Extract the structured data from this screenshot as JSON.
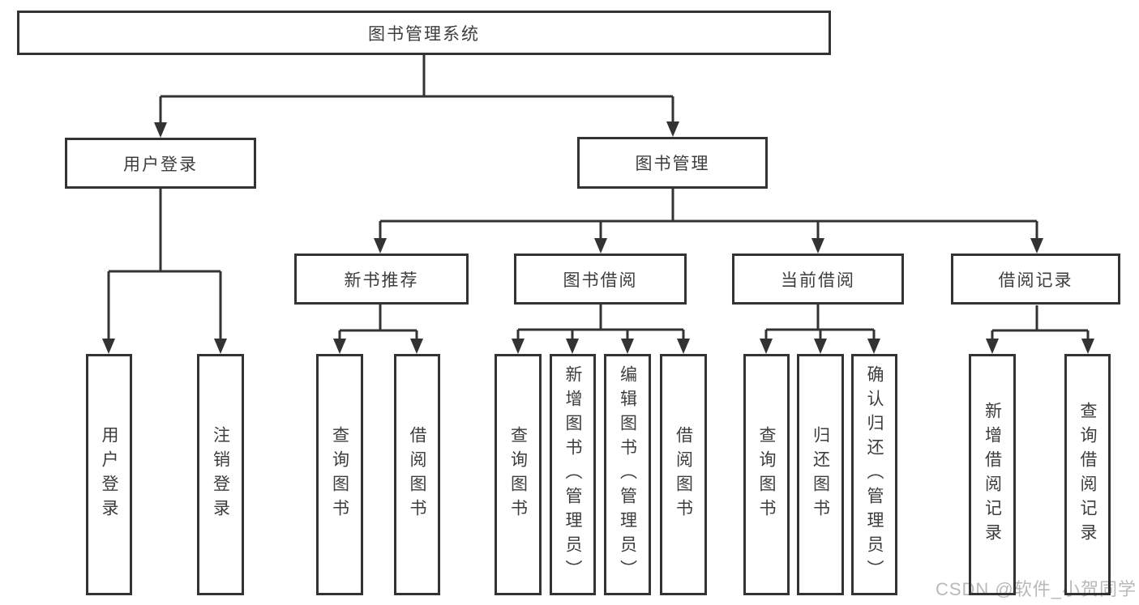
{
  "diagram": {
    "type": "tree",
    "root": {
      "label": "图书管理系统"
    },
    "branches": {
      "user_login": {
        "label": "用户登录",
        "children": {
          "login": {
            "label": "用户登录"
          },
          "logout": {
            "label": "注销登录"
          }
        }
      },
      "book_management": {
        "label": "图书管理",
        "children": {
          "new_book_recommendation": {
            "label": "新书推荐",
            "children": {
              "query_books": {
                "label": "查询图书"
              },
              "borrow_books": {
                "label": "借阅图书"
              }
            }
          },
          "book_borrowing": {
            "label": "图书借阅",
            "children": {
              "query_books": {
                "label": "查询图书"
              },
              "add_books": {
                "label": "新增图书（管理员）"
              },
              "edit_books": {
                "label": "编辑图书（管理员）"
              },
              "borrow_books": {
                "label": "借阅图书"
              }
            }
          },
          "current_borrowing": {
            "label": "当前借阅",
            "children": {
              "query_books": {
                "label": "查询图书"
              },
              "return_books": {
                "label": "归还图书"
              },
              "confirm_return": {
                "label": "确认归还（管理员）"
              }
            }
          },
          "borrowing_records": {
            "label": "借阅记录",
            "children": {
              "add_record": {
                "label": "新增借阅记录"
              },
              "query_record": {
                "label": "查询借阅记录"
              }
            }
          }
        }
      }
    },
    "watermark": "CSDN @软件_小贺同学",
    "colors": {
      "line": "#333333",
      "text": "#3d3d3d",
      "watermark": "#b9b9b9",
      "background": "#ffffff"
    }
  }
}
